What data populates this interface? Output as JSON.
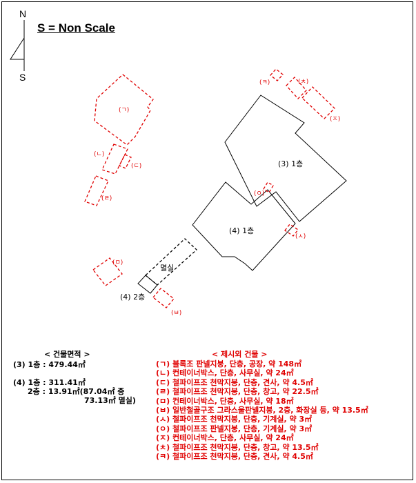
{
  "scale_note": "S = Non Scale",
  "north": {
    "n": "N",
    "s": "S"
  },
  "buildings": {
    "b3": "(3) 1층",
    "b4_1": "(4) 1층",
    "b4_2": "(4) 2층",
    "demolished": "멸실"
  },
  "markers": {
    "g": "(ㄱ)",
    "n": "(ㄴ)",
    "d": "(ㄷ)",
    "r": "(ㄹ)",
    "m": "(ㅁ)",
    "b": "(ㅂ)",
    "s": "(ㅅ)",
    "o": "(ㅇ)",
    "j": "(ㅈ)",
    "ch": "(ㅊ)",
    "k": "(ㅋ)"
  },
  "area_section": {
    "title": "< 건물면적 >",
    "rows": [
      "(3)  1층  :  479.44㎡",
      "(4)  1층  :  311.41㎡",
      "2층  :  13.91㎡(87.04㎡ 중",
      "73.13㎡ 멸실)"
    ]
  },
  "excluded_section": {
    "title": "< 제시외 건물 >",
    "rows": [
      "(ㄱ) 블록조 판넬지붕, 단층, 공장, 약 148㎡",
      "(ㄴ) 컨테이너박스, 단층, 사무실, 약 24㎡",
      "(ㄷ) 철파이프조 천막지붕, 단층, 견사, 약 4.5㎡",
      "(ㄹ) 철파이프조 천막지붕, 단층, 창고, 약 22.5㎡",
      "(ㅁ) 컨테이너박스, 단층, 사무실, 약 18㎡",
      "(ㅂ) 일반철골구조 그라스울판넬지붕, 2층, 화장실 등, 약 13.5㎡",
      "(ㅅ) 철파이프조 천막지붕, 단층, 기계실, 약 3㎡",
      "(ㅇ) 철파이프조 판넬지붕, 단층, 기계실, 약 3㎡",
      "(ㅈ) 컨테이너박스, 단층, 사무실, 약 24㎡",
      "(ㅊ) 철파이프조 천막지붕, 단층, 창고, 약 13.5㎡",
      "(ㅋ) 철파이프조 천막지붕, 단층, 견사, 약 4.5㎡"
    ]
  },
  "colors": {
    "excluded": "#e00000",
    "outline": "#000000"
  }
}
